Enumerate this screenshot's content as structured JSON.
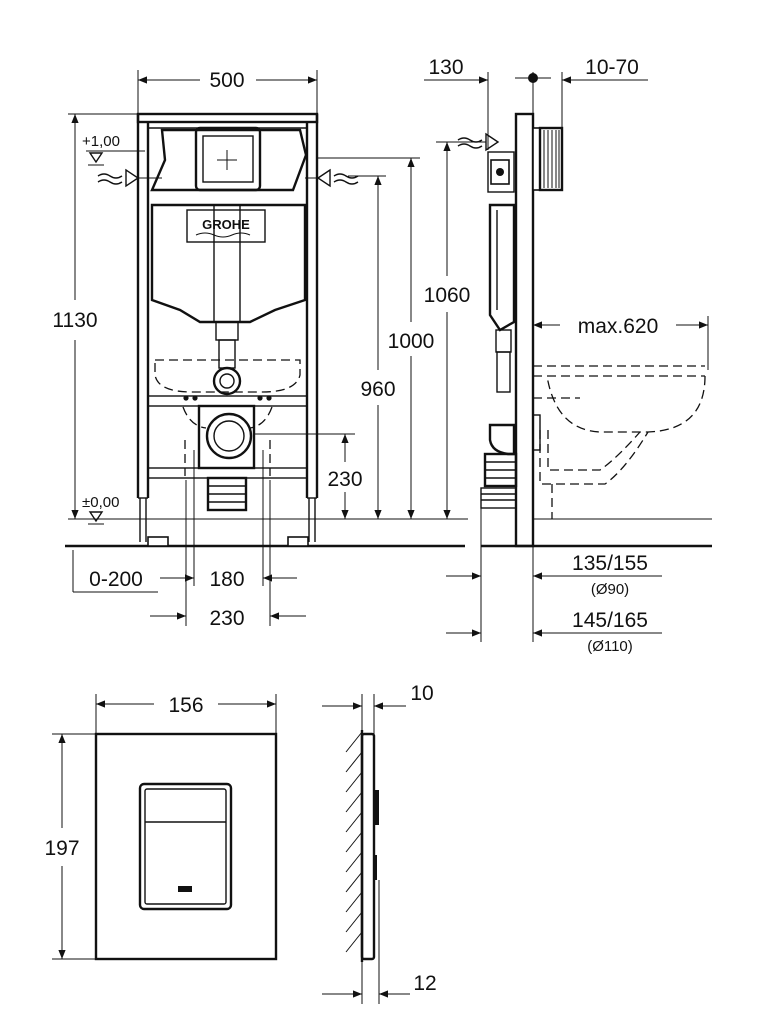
{
  "dimensions": {
    "frame_width": "500",
    "frame_height": "1130",
    "level_top": "+1,00",
    "level_floor": "±0,00",
    "h_1000": "1000",
    "h_960": "960",
    "h_1060": "1060",
    "h_230_outlet": "230",
    "offset_0_200": "0-200",
    "width_180": "180",
    "width_230": "230",
    "side_130": "130",
    "side_10_70": "10-70",
    "max_620": "max.620",
    "pipe_135_155": "135/155",
    "pipe_d90": "(Ø90)",
    "pipe_145_165": "145/165",
    "pipe_d110": "(Ø110)",
    "plate_width": "156",
    "plate_height": "197",
    "plate_depth_top": "10",
    "plate_depth_bottom": "12"
  },
  "logo": {
    "text": "GROHE"
  }
}
